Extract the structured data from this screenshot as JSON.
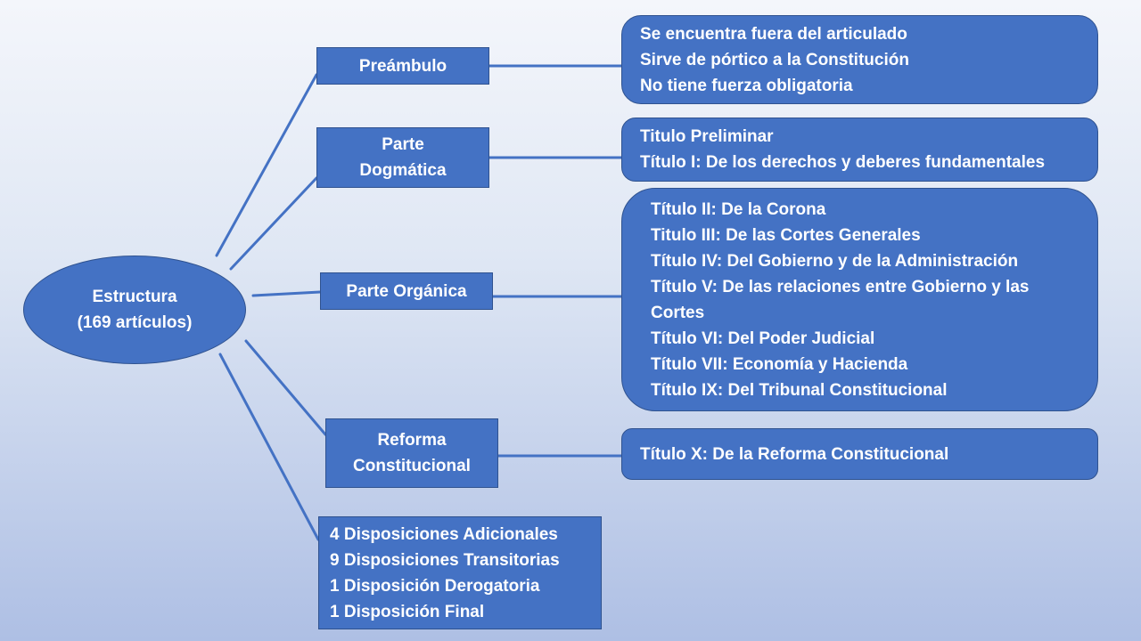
{
  "root": {
    "line1": "Estructura",
    "line2": "(169 artículos)"
  },
  "branches": {
    "preambulo": {
      "label": "Preámbulo"
    },
    "dogmatica": {
      "line1": "Parte",
      "line2": "Dogmática"
    },
    "organica": {
      "label": "Parte Orgánica"
    },
    "reforma": {
      "line1": "Reforma",
      "line2": "Constitucional"
    },
    "disposiciones": {
      "items": [
        "4 Disposiciones Adicionales",
        "9 Disposiciones Transitorias",
        "1 Disposición Derogatoria",
        "1 Disposición Final"
      ]
    }
  },
  "details": {
    "preambulo": [
      "Se encuentra fuera del articulado",
      "Sirve de pórtico a la Constitución",
      "No tiene fuerza obligatoria"
    ],
    "dogmatica": [
      "Titulo Preliminar",
      "Título I: De los derechos y deberes fundamentales"
    ],
    "organica": [
      "Título II: De la Corona",
      "Titulo III: De las Cortes Generales",
      "Título IV: Del Gobierno y de la Administración",
      "Título V: De las relaciones entre Gobierno y las",
      "Cortes",
      "Título VI: Del Poder Judicial",
      "Título VII: Economía y Hacienda",
      "Título IX: Del Tribunal Constitucional"
    ],
    "reforma": [
      "Título X: De la Reforma Constitucional"
    ]
  },
  "colors": {
    "node_fill": "#4472c4",
    "node_border": "#2f528f",
    "text": "#ffffff",
    "connector": "#4472c4"
  }
}
